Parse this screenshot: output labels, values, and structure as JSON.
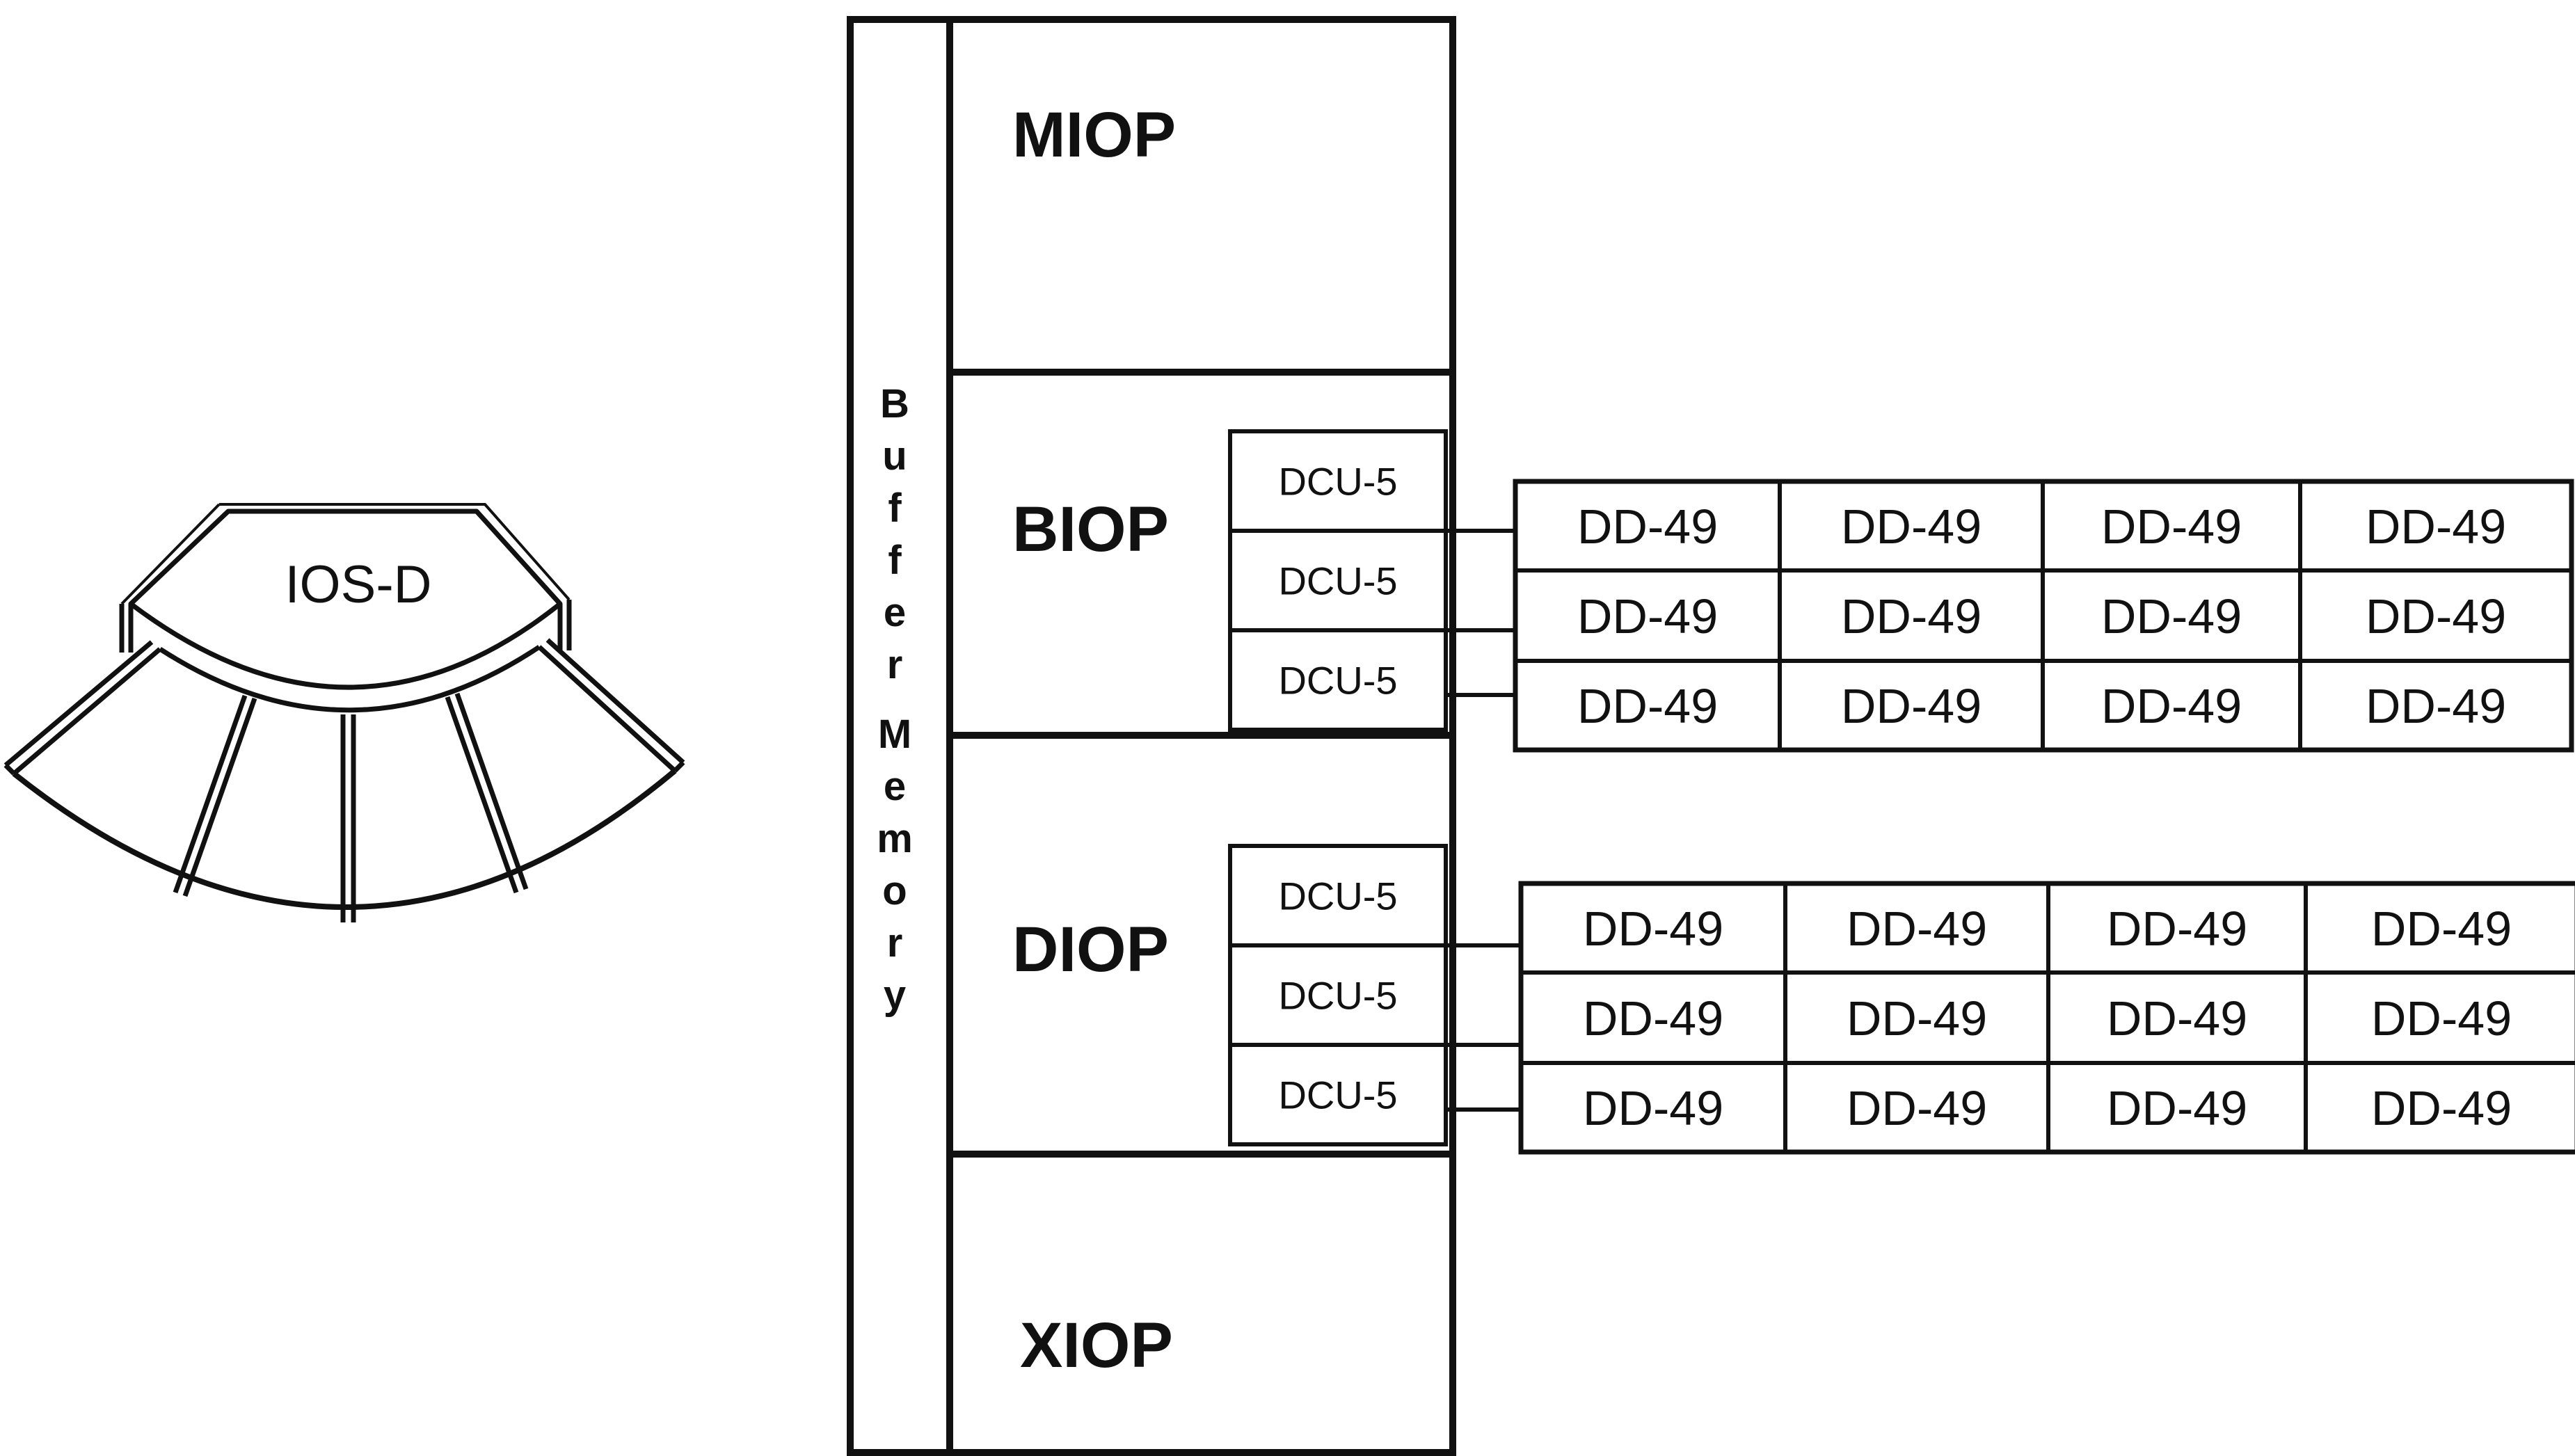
{
  "ios": {
    "label": "IOS-D"
  },
  "buffer_memory": {
    "label": "Buffer Memory"
  },
  "processors": {
    "miop": "MIOP",
    "biop": "BIOP",
    "diop": "DIOP",
    "xiop": "XIOP"
  },
  "biop_dcus": [
    "DCU-5",
    "DCU-5",
    "DCU-5"
  ],
  "diop_dcus": [
    "DCU-5",
    "DCU-5",
    "DCU-5"
  ],
  "biop_disks": [
    [
      "DD-49",
      "DD-49",
      "DD-49",
      "DD-49"
    ],
    [
      "DD-49",
      "DD-49",
      "DD-49",
      "DD-49"
    ],
    [
      "DD-49",
      "DD-49",
      "DD-49",
      "DD-49"
    ]
  ],
  "diop_disks": [
    [
      "DD-49",
      "DD-49",
      "DD-49",
      "DD-49"
    ],
    [
      "DD-49",
      "DD-49",
      "DD-49",
      "DD-49"
    ],
    [
      "DD-49",
      "DD-49",
      "DD-49",
      "DD-49"
    ]
  ]
}
